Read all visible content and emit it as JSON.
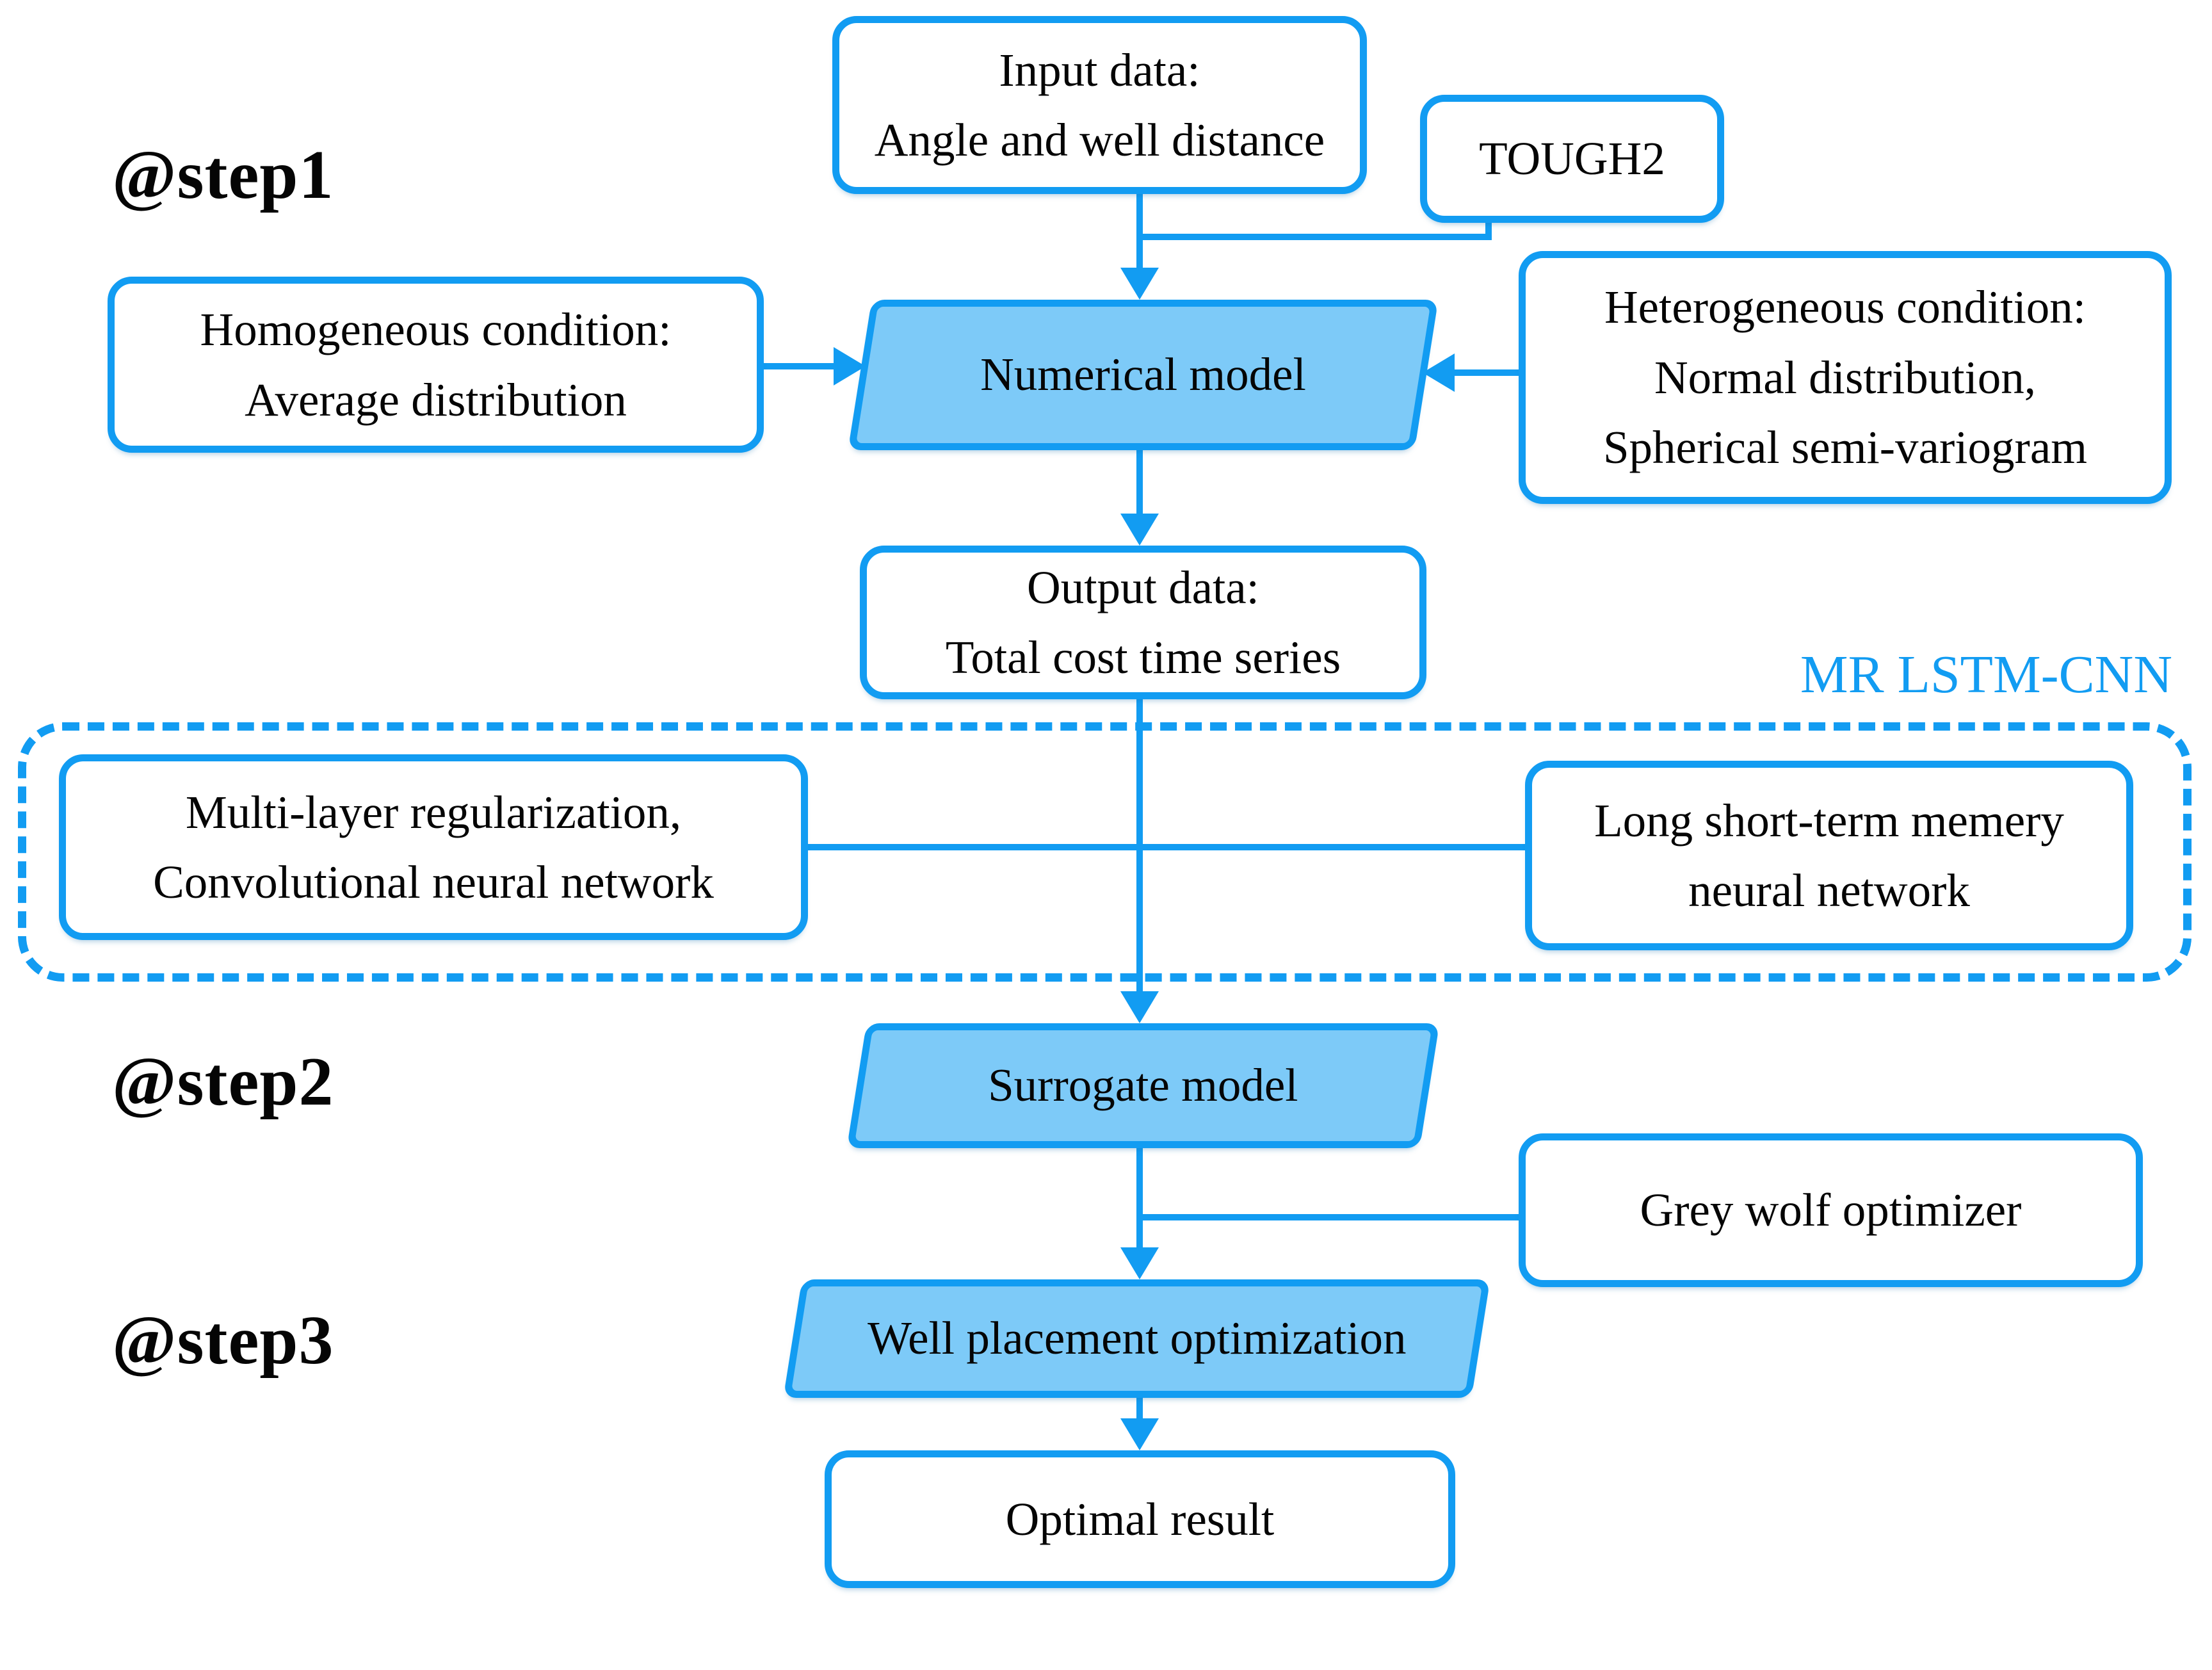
{
  "colors": {
    "accent": "#129CF2",
    "node_fill": "#7DCAF8",
    "text": "#050505",
    "background": "#FFFFFF"
  },
  "steps": [
    {
      "label": "@step1"
    },
    {
      "label": "@step2"
    },
    {
      "label": "@step3"
    }
  ],
  "group": {
    "label": "MR LSTM-CNN"
  },
  "nodes": {
    "input_data": {
      "label": "Input data:\nAngle and well distance",
      "shape": "rounded-rect"
    },
    "tough2": {
      "label": "TOUGH2",
      "shape": "rounded-rect"
    },
    "homogeneous": {
      "label": "Homogeneous condition:\nAverage distribution",
      "shape": "rounded-rect"
    },
    "numerical_model": {
      "label": "Numerical model",
      "shape": "parallelogram"
    },
    "heterogeneous": {
      "label": "Heterogeneous condition:\nNormal distribution,\nSpherical semi-variogram",
      "shape": "rounded-rect"
    },
    "output_data": {
      "label": "Output data:\nTotal cost time series",
      "shape": "rounded-rect"
    },
    "multilayer_cnn": {
      "label": "Multi-layer regularization,\nConvolutional neural network",
      "shape": "rounded-rect"
    },
    "lstm": {
      "label": "Long short-term memery\nneural network",
      "shape": "rounded-rect"
    },
    "surrogate_model": {
      "label": "Surrogate model",
      "shape": "parallelogram"
    },
    "grey_wolf": {
      "label": "Grey wolf optimizer",
      "shape": "rounded-rect"
    },
    "well_placement": {
      "label": "Well placement optimization",
      "shape": "parallelogram"
    },
    "optimal_result": {
      "label": "Optimal result",
      "shape": "rounded-rect"
    }
  }
}
